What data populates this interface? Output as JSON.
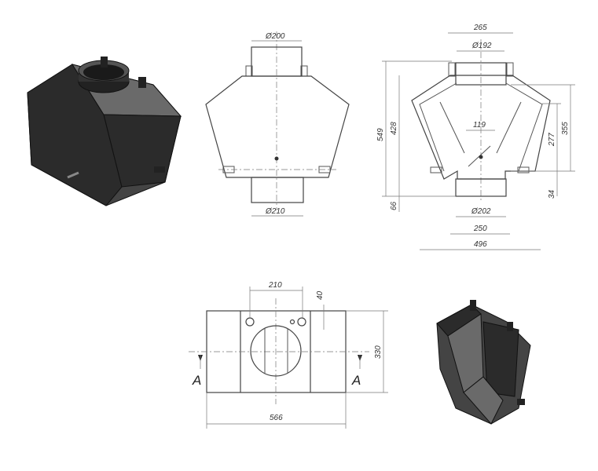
{
  "front_view": {
    "top_pipe_dia": "Ø200",
    "bottom_pipe_dia": "Ø210"
  },
  "side_view": {
    "top_width": "265",
    "top_pipe_dia": "Ø192",
    "inner_width": "119",
    "bottom_pipe_dia": "Ø202",
    "bottom_width": "250",
    "overall_width": "496",
    "overall_height": "549",
    "body_height": "428",
    "bottom_offset": "66",
    "right_height": "355",
    "inner_height": "277",
    "flange_height": "34"
  },
  "plan_view": {
    "hole_spacing": "210",
    "hole_offset": "40",
    "height": "330",
    "width": "566",
    "section_left": "A",
    "section_right": "A"
  }
}
